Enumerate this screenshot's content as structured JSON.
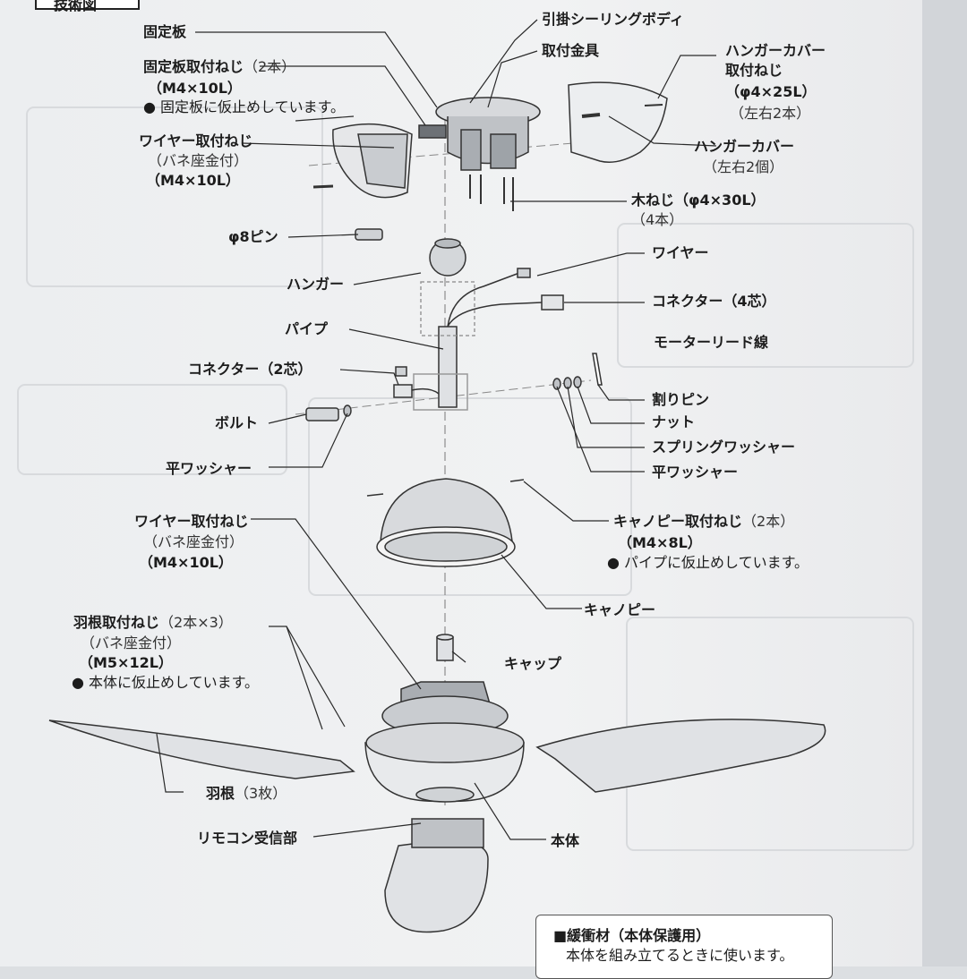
{
  "header": {
    "tab_title": "技術図"
  },
  "labels": {
    "fixing_plate": "固定板",
    "fixing_plate_screw": "固定板取付ねじ",
    "fixing_plate_screw_qty": "（2本）",
    "fixing_plate_screw_spec": "（M4×10L）",
    "fixing_plate_screw_note": "● 固定板に仮止めしています。",
    "wire_screw_top": "ワイヤー取付ねじ",
    "wire_screw_top_sub": "（バネ座金付）",
    "wire_screw_top_spec": "（M4×10L）",
    "ceiling_body": "引掛シーリングボディ",
    "mounting_bracket": "取付金具",
    "hanger_cover_screw": "ハンガーカバー",
    "hanger_cover_screw_2": "取付ねじ",
    "hanger_cover_screw_spec": "（φ4×25L）",
    "hanger_cover_screw_qty": "（左右2本）",
    "hanger_cover": "ハンガーカバー",
    "hanger_cover_qty": "（左右2個）",
    "wood_screw": "木ねじ（φ4×30L）",
    "wood_screw_qty": "（4本）",
    "pin8": "φ8ピン",
    "hanger": "ハンガー",
    "wire": "ワイヤー",
    "connector4": "コネクター（4芯）",
    "pipe": "パイプ",
    "motor_lead": "モーターリード線",
    "connector2": "コネクター（2芯）",
    "split_pin": "割りピン",
    "bolt": "ボルト",
    "nut": "ナット",
    "spring_washer": "スプリングワッシャー",
    "flat_washer_left": "平ワッシャー",
    "flat_washer_right": "平ワッシャー",
    "canopy_screw": "キャノピー取付ねじ",
    "canopy_screw_qty": "（2本）",
    "canopy_screw_spec": "（M4×8L）",
    "canopy_screw_note": "● パイプに仮止めしています。",
    "wire_screw_mid": "ワイヤー取付ねじ",
    "wire_screw_mid_sub": "（バネ座金付）",
    "wire_screw_mid_spec": "（M4×10L）",
    "canopy": "キャノピー",
    "blade_screw": "羽根取付ねじ",
    "blade_screw_qty": "（2本×3）",
    "blade_screw_sub": "（バネ座金付）",
    "blade_screw_spec": "（M5×12L）",
    "blade_screw_note": "● 本体に仮止めしています。",
    "cap": "キャップ",
    "blade": "羽根",
    "blade_qty": "（3枚）",
    "remote_receiver": "リモコン受信部",
    "body": "本体"
  },
  "footer": {
    "title": "■緩衝材（本体保護用）",
    "text": "本体を組み立てるときに使います。"
  }
}
